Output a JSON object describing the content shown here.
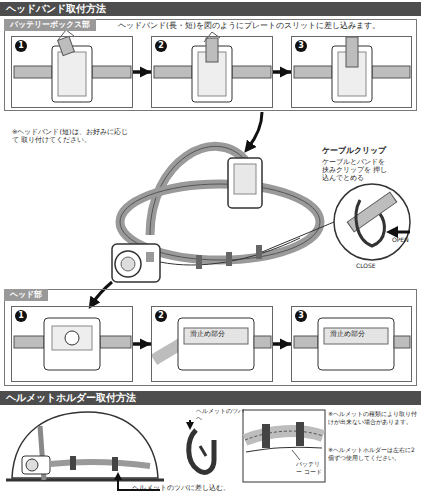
{
  "diagram": {
    "nodes": [
      {
        "text": [
          "ヘッドバンド取付方法"
        ]
      },
      {
        "text": [
          "バッテリーボックス部"
        ]
      },
      {
        "text": [
          "1"
        ],
        "in": 1
      },
      {
        "text": [
          "2"
        ],
        "in": 1
      },
      {
        "text": [
          "3"
        ],
        "in": 1
      },
      {
        "text": [
          "ヘッド部"
        ]
      },
      {
        "text": [
          "1"
        ],
        "in": 5
      },
      {
        "text": [
          "2"
        ],
        "in": 5
      },
      {
        "text": [
          "3"
        ],
        "in": 5
      },
      {
        "text": [
          "ヘルメットホルダー取付方法"
        ]
      }
    ],
    "edges": [
      {
        "from": 2,
        "to": 3,
        "arrow": "to"
      },
      {
        "from": 3,
        "to": 4,
        "arrow": "to"
      },
      {
        "from": 6,
        "to": 7,
        "arrow": "to"
      },
      {
        "from": 7,
        "to": 8,
        "arrow": "to"
      }
    ],
    "labels": [
      "ヘッドバンド(長・短)を図のようにプレートのスリットに差し込みます。",
      "※ヘッドバンド(短)は、お好みに応じて 取り付けてください。",
      "ケーブルクリップ",
      "ケーブルとバンドを 挟みクリップを 押し込んでとめる",
      "OPEN",
      "CLOSE",
      "滑止め部分",
      "滑止め部分",
      "ヘルメットのツバへ",
      "ヘルメットのツバに差し込む。",
      "バッテリー コード",
      "※ヘルメットの種類により取り付けが出来ない場合があります。",
      "※ヘルメットホルダーは左右に2個ずつ使用してください。"
    ]
  }
}
